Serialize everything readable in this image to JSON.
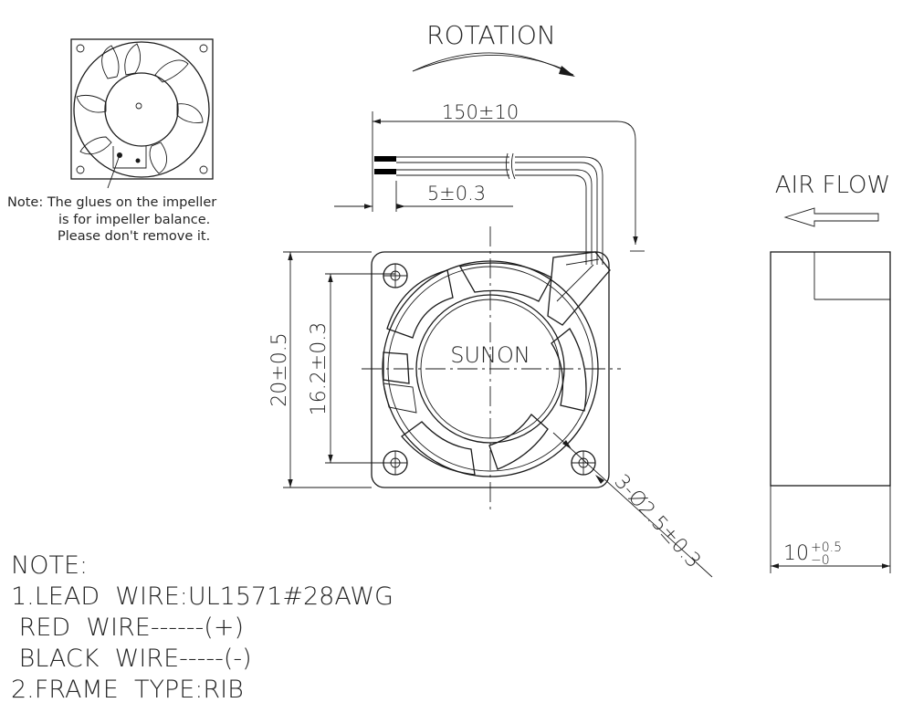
{
  "small_view": {
    "note_line1": "Note: The glues on the impeller",
    "note_line2": "is for impeller balance.",
    "note_line3": "Please don't remove it."
  },
  "rotation_label": "ROTATION",
  "air_flow_label": "AIR FLOW",
  "dimensions": {
    "lead_length": "150±10",
    "strip_length": "5±0.3",
    "frame_size": "20±0.5",
    "hole_pitch": "16.2±0.3",
    "holes": "3-Ø2.5±0.3",
    "thickness_base": "10",
    "thickness_tol_plus": "+0.5",
    "thickness_tol_minus": "−0"
  },
  "brand": "SUNON",
  "notes": {
    "heading": "NOTE:",
    "line1": "1.LEAD  WIRE:UL1571#28AWG",
    "line2": " RED  WIRE------(+)",
    "line3": " BLACK  WIRE-----(-)",
    "line4": "2.FRAME  TYPE:RIB"
  }
}
